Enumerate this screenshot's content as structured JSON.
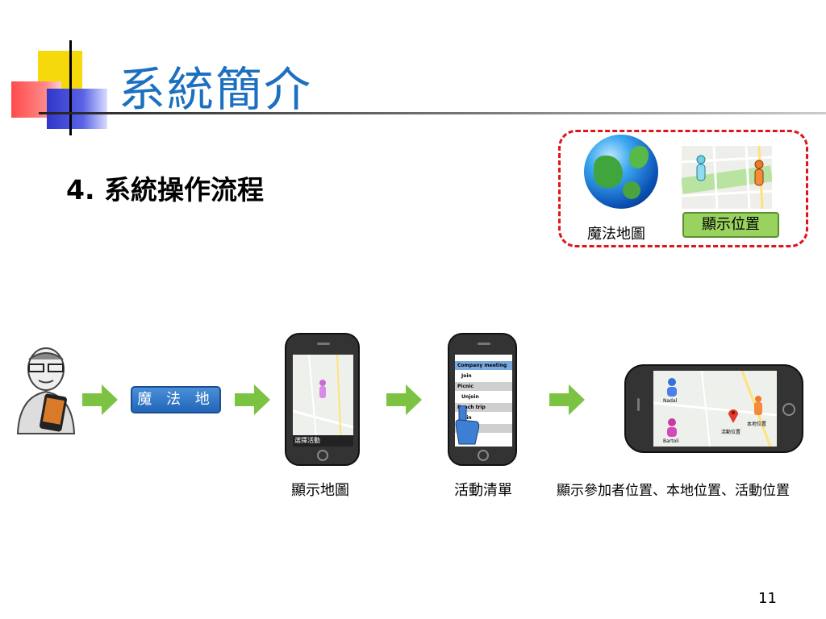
{
  "slide": {
    "title": "系統簡介",
    "subtitle": "4. 系統操作流程",
    "page_number": "11"
  },
  "legend": {
    "globe_label": "魔法地圖",
    "show_position_label": "顯示位置"
  },
  "flow": {
    "magic_map_button": "魔 法 地 圖",
    "phone1_overlay": "選擇活動",
    "phone1_caption": "顯示地圖",
    "phone2_caption": "活動清單",
    "phone3_caption": "顯示參加者位置、本地位置、活動位置",
    "activity_list": [
      {
        "label": "Company meeting",
        "type": "header"
      },
      {
        "label": "Join",
        "type": "item"
      },
      {
        "label": "Picnic",
        "type": "header"
      },
      {
        "label": "Unjoin",
        "type": "item"
      },
      {
        "label": "Beach trip",
        "type": "header"
      },
      {
        "label": "Join",
        "type": "item"
      }
    ],
    "map_pins": [
      {
        "label": "Nadal"
      },
      {
        "label": "Bartoli"
      },
      {
        "label": "本地位置"
      },
      {
        "label": "活動位置"
      }
    ]
  },
  "colors": {
    "title": "#1d6fc0",
    "legend_border": "#e0151c",
    "button_blue": "#2266b8",
    "arrow_green": "#7cc243",
    "show_position_green": "#9ad25f"
  }
}
